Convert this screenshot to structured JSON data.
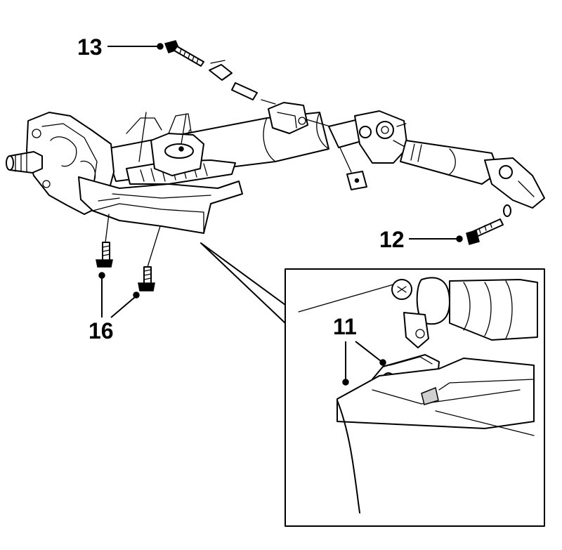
{
  "diagram": {
    "colors": {
      "line": "#000000",
      "background": "#ffffff",
      "shade": "#d0d0d0"
    },
    "callouts": {
      "c11": "11",
      "c12": "12",
      "c13": "13",
      "c16": "16"
    }
  }
}
